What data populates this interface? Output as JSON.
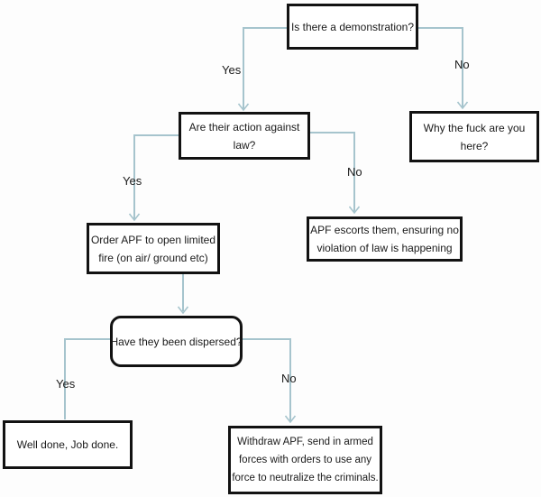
{
  "diagram": {
    "type": "flowchart",
    "colors": {
      "background": "#fdfdfd",
      "connector": "#a6c4cd",
      "node_border": "#121212",
      "node_fill": "#ffffff",
      "text": "#1a1a1a"
    },
    "nodes": {
      "demonstration": {
        "shape": "rectangle",
        "lines": [
          "Is there a demonstration?"
        ]
      },
      "action_against_law": {
        "shape": "rectangle",
        "lines": [
          "Are their action against",
          "law?"
        ]
      },
      "why_here": {
        "shape": "rectangle",
        "lines": [
          "Why the fuck are you",
          "here?"
        ]
      },
      "order_apf": {
        "shape": "rectangle",
        "lines": [
          "Order APF to open limited",
          "fire (on air/ ground etc)"
        ]
      },
      "apf_escorts": {
        "shape": "rectangle",
        "lines": [
          "APF escorts them, ensuring no",
          "violation of law is happening"
        ]
      },
      "dispersed": {
        "shape": "rounded-rectangle",
        "lines": [
          "Have they been dispersed?"
        ]
      },
      "well_done": {
        "shape": "rectangle",
        "lines": [
          "Well done, Job done."
        ]
      },
      "withdraw": {
        "shape": "rectangle",
        "lines": [
          "Withdraw APF, send in armed",
          "forces with orders to use any",
          "force to neutralize the criminals."
        ]
      }
    },
    "edges": [
      {
        "from": "demonstration",
        "to": "action_against_law",
        "label": "Yes"
      },
      {
        "from": "demonstration",
        "to": "why_here",
        "label": "No"
      },
      {
        "from": "action_against_law",
        "to": "order_apf",
        "label": "Yes"
      },
      {
        "from": "action_against_law",
        "to": "apf_escorts",
        "label": "No"
      },
      {
        "from": "order_apf",
        "to": "dispersed",
        "label": ""
      },
      {
        "from": "dispersed",
        "to": "well_done",
        "label": "Yes"
      },
      {
        "from": "dispersed",
        "to": "withdraw",
        "label": "No"
      }
    ]
  }
}
